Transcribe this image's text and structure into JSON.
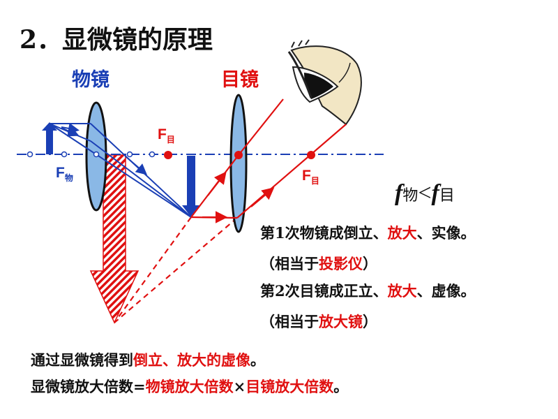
{
  "title": "2．显微镜的原理",
  "labels": {
    "objective": "物镜",
    "eyepiece": "目镜",
    "f_letter": "F",
    "f_obj_sub": "物",
    "f_eye_sub": "目"
  },
  "focal_compare": {
    "f": "f",
    "obj_sub": "物",
    "op": "<",
    "eye_sub": "目"
  },
  "lines": {
    "l1": {
      "a": "第1次物镜成倒立、",
      "b": "放大",
      "c": "、实像。"
    },
    "l2": {
      "a": "（相当于",
      "b": "投影仪",
      "c": "）"
    },
    "l3": {
      "a": "第2次目镜成正立、",
      "b": "放大",
      "c": "、虚像。"
    },
    "l4": {
      "a": "（相当于",
      "b": "放大镜",
      "c": "）"
    },
    "l5": {
      "a": "通过显微镜得到",
      "b": "倒立、放大的虚像",
      "c": "。"
    },
    "l6": {
      "a": "显微镜放大倍数=",
      "b": "物镜放大倍数",
      "c": "×",
      "d": "目镜放大倍数",
      "e": "。"
    }
  },
  "colors": {
    "blue": "#1a3fb5",
    "red": "#e01010",
    "lens_fill": "#8ab8e6",
    "skin": "#f2e6c4"
  }
}
